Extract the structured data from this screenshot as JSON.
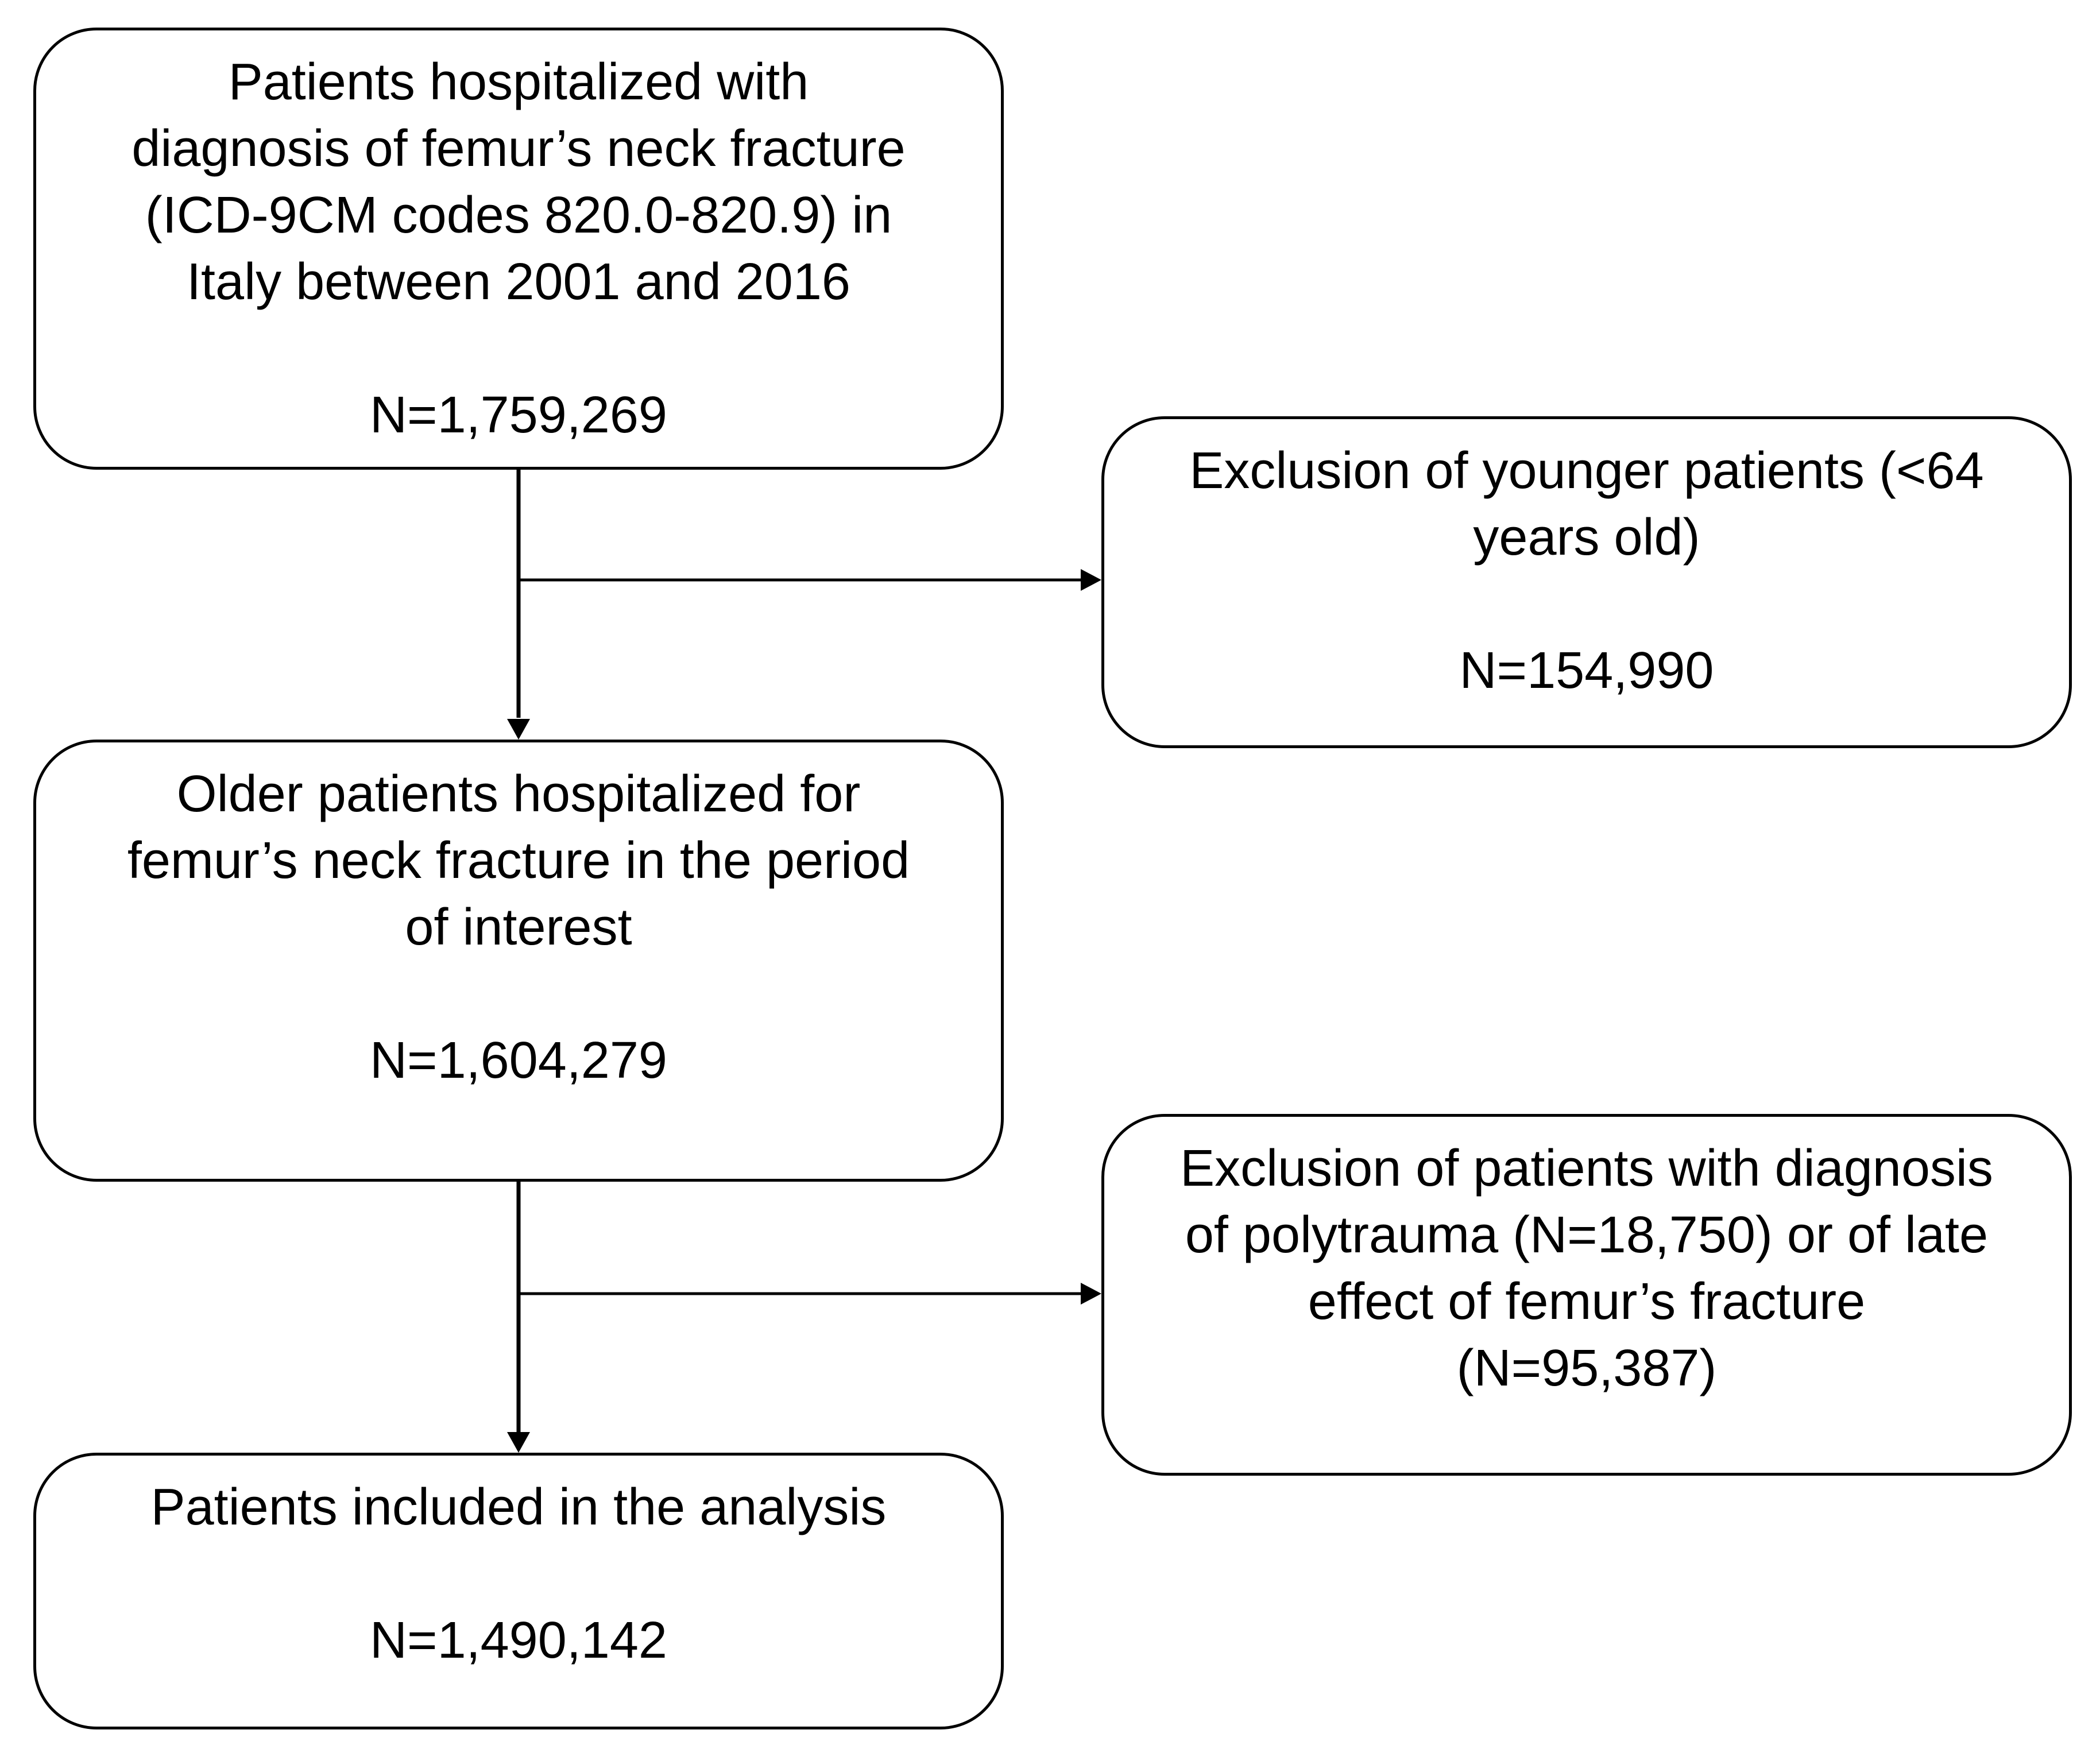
{
  "flowchart": {
    "total": {
      "lines": [
        "Patients hospitalized with",
        "diagnosis of femur’s neck fracture",
        "(ICD-9CM codes 820.0-820.9) in",
        "Italy between 2001 and 2016"
      ],
      "count": "N=1,759,269"
    },
    "exclusion_age": {
      "lines": [
        "Exclusion of younger patients (<64",
        "years old)"
      ],
      "count": "N=154,990"
    },
    "older_patients": {
      "lines": [
        "Older patients hospitalized for",
        "femur’s neck fracture in the period",
        "of interest"
      ],
      "count": "N=1,604,279"
    },
    "exclusion_polytrauma": {
      "lines": [
        "Exclusion of patients with diagnosis",
        "of polytrauma (N=18,750) or of late",
        "effect of femur’s fracture",
        "(N=95,387)"
      ]
    },
    "included": {
      "lines": [
        "Patients included in the analysis"
      ],
      "count": "N=1,490,142"
    }
  }
}
